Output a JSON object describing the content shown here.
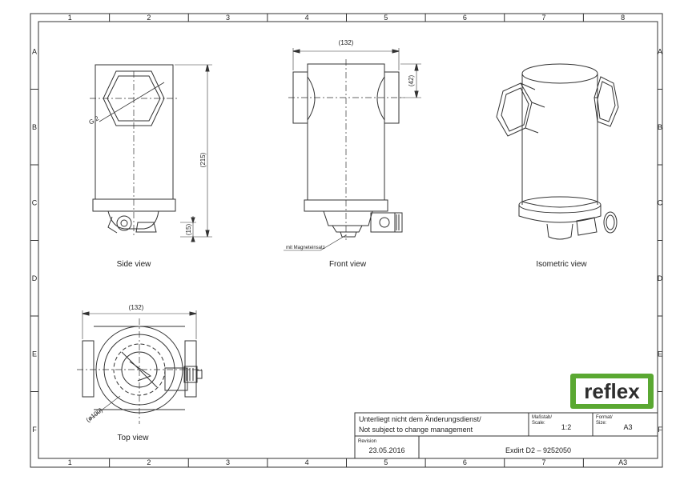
{
  "frame": {
    "columns": [
      "1",
      "2",
      "3",
      "4",
      "5",
      "6",
      "7",
      "8"
    ],
    "bottom_columns": [
      "1",
      "2",
      "3",
      "4",
      "5",
      "6",
      "7",
      "A3"
    ],
    "rows": [
      "A",
      "B",
      "C",
      "D",
      "E",
      "F"
    ]
  },
  "views": {
    "side": {
      "label": "Side view",
      "thread_label": "G 2",
      "height_dim": "(215)",
      "base_dim": "(15)"
    },
    "front": {
      "label": "Front view",
      "width_dim": "(132)",
      "port_dim": "(42)",
      "callout": "mit Magneteinsatz"
    },
    "isometric": {
      "label": "Isometric view"
    },
    "top": {
      "label": "Top view",
      "width_dim": "(132)",
      "dia_dim": "(ø100)"
    }
  },
  "title_block": {
    "logo": "reflex",
    "logo_color": "#5aa832",
    "notice_de": "Unterliegt nicht dem Änderungsdienst/",
    "notice_en": "Not subject to change management",
    "scale_label_de": "Maßstab/",
    "scale_label_en": "Scale:",
    "scale_value": "1:2",
    "format_label_de": "Format/",
    "format_label_en": "Size:",
    "format_value": "A3",
    "revision_label": "Revision",
    "revision_date": "23.05.2016",
    "drawing_title": "Exdirt D2  –  9252050"
  }
}
